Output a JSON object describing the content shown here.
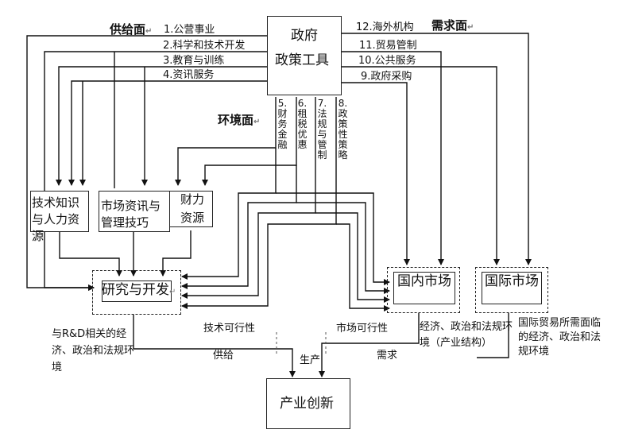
{
  "policy_box": {
    "line1": "政府",
    "line2": "政策工具"
  },
  "sections": {
    "supply": "供给面",
    "demand": "需求面",
    "environment": "环境面",
    "return_mark": "↵"
  },
  "supply_tools": [
    "1.公营事业",
    "2.科学和技术开发",
    "3.教育与训练",
    "4.资讯服务"
  ],
  "demand_tools": [
    "12.海外机构",
    "11.贸易管制",
    "10.公共服务",
    "9.政府采购"
  ],
  "environment_tools": [
    "5.财务金融",
    "6.租税优惠",
    "7.法规与管制",
    "8.政策性策略"
  ],
  "resources": {
    "tech": "技术知识与人力资源",
    "market_info": "市场资讯与管理技巧",
    "finance": "财力资源"
  },
  "rnd": "研究与开发",
  "domestic_market": "国内市场",
  "intl_market": "国际市场",
  "notes": {
    "rnd_env": "与R&D相关的经济、政治和法规环境",
    "domestic_env": "经济、政治和法规环境（产业结构）",
    "intl_env": "国际贸易所需面临的经济、政治和法规环境"
  },
  "flow_labels": {
    "tech_feasibility": "技术可行性",
    "market_feasibility": "市场可行性",
    "supply": "供给",
    "demand": "需求",
    "production": "生产"
  },
  "outcome": "产业创新"
}
